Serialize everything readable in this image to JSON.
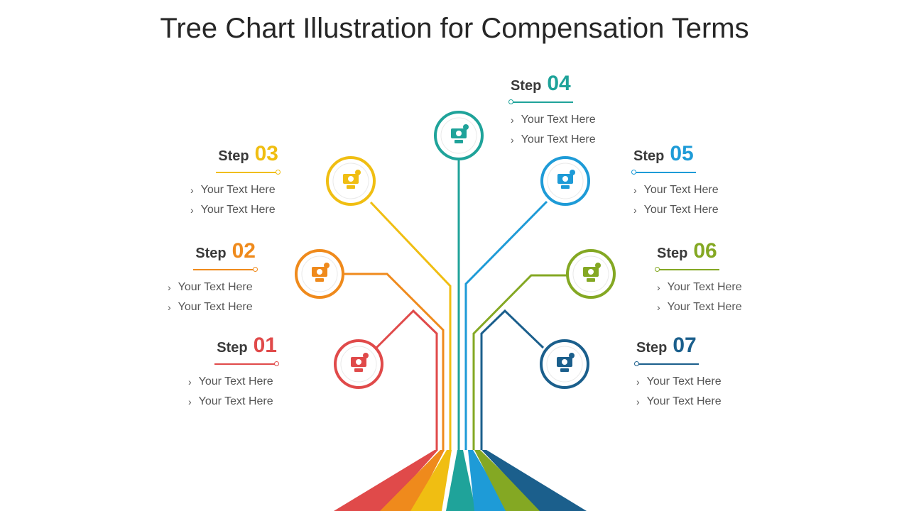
{
  "title": "Tree Chart Illustration for Compensation Terms",
  "steps": [
    {
      "word": "Step",
      "num": "01",
      "color": "#e04a4a",
      "icon": "atm-cash-icon",
      "bullets": [
        "Your Text Here",
        "Your Text Here"
      ]
    },
    {
      "word": "Step",
      "num": "02",
      "color": "#ef8a1c",
      "icon": "money-envelope-icon",
      "bullets": [
        "Your Text Here",
        "Your Text Here"
      ]
    },
    {
      "word": "Step",
      "num": "03",
      "color": "#f0be12",
      "icon": "money-growth-gear-icon",
      "bullets": [
        "Your Text Here",
        "Your Text Here"
      ]
    },
    {
      "word": "Step",
      "num": "04",
      "color": "#1fa39a",
      "icon": "employee-payment-icon",
      "bullets": [
        "Your Text Here",
        "Your Text Here"
      ]
    },
    {
      "word": "Step",
      "num": "05",
      "color": "#1e9bd7",
      "icon": "currency-computer-icon",
      "bullets": [
        "Your Text Here",
        "Your Text Here"
      ]
    },
    {
      "word": "Step",
      "num": "06",
      "color": "#84a823",
      "icon": "money-plant-hand-icon",
      "bullets": [
        "Your Text Here",
        "Your Text Here"
      ]
    },
    {
      "word": "Step",
      "num": "07",
      "color": "#1b5f8c",
      "icon": "cash-growth-icon",
      "bullets": [
        "Your Text Here",
        "Your Text Here"
      ]
    }
  ]
}
